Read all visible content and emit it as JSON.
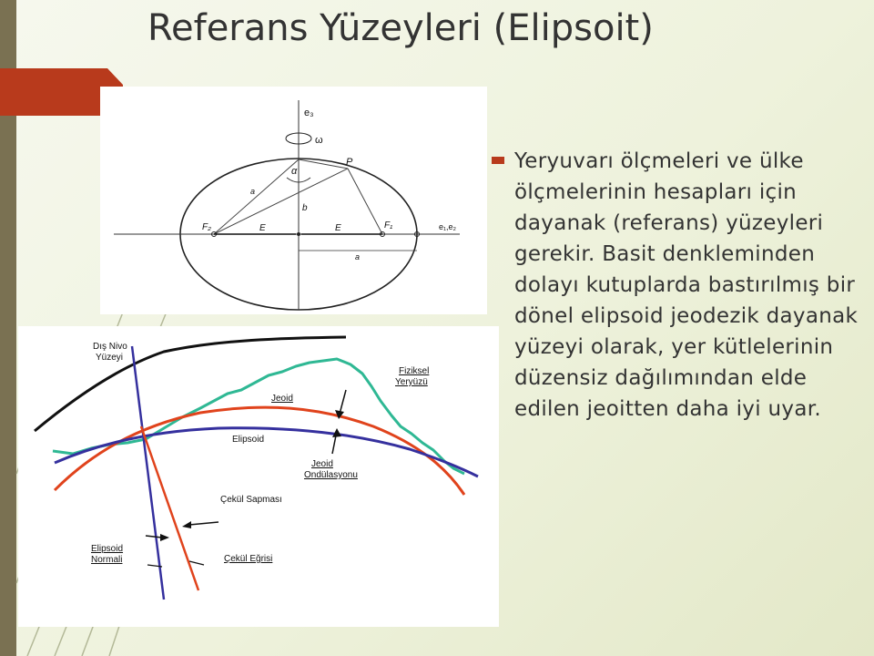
{
  "slide": {
    "title": "Referans Yüzeyleri (Elipsoit)",
    "bullet": "Yeryuvarı ölçmeleri ve ülke ölçmelerinin hesapları için dayanak (referans) yüzeyleri gerekir.  Basit denkleminden dolayı kutuplarda bastırılmış bir dönel elipsoid jeodezik dayanak yüzeyi olarak, yer kütlelerinin düzensiz dağılımından elde edilen jeoitten daha iyi uyar."
  },
  "figure_ellipse": {
    "labels": {
      "axis_top": "e₃",
      "omega": "ω",
      "point_p": "P",
      "alpha": "α",
      "a_left": "a",
      "b": "b",
      "f2": "F₂",
      "e_left": "E",
      "e_right": "E",
      "f1": "F₁",
      "axis_right": "e₁,e₂",
      "a_bottom": "a"
    }
  },
  "figure_surfaces": {
    "labels": {
      "dis_nivo": "Dış Nivo",
      "yuzeyi": "Yüzeyi",
      "fiziksel": "Fiziksel",
      "yeryuzu": "Yeryüzü",
      "jeoid": "Jeoid",
      "elipsoid": "Elipsoid",
      "jeoid_ond1": "Jeoid",
      "jeoid_ond2": "Ondülasyonu",
      "cekul_sapmasi": "Çekül Sapması",
      "elipsoid_normali1": "Elipsoid",
      "elipsoid_normali2": "Normali",
      "cekul_egrisi": "Çekül Eğrisi"
    },
    "colors": {
      "outer": "#111111",
      "physical": "#2fb894",
      "geoid": "#e0431c",
      "ellipsoid": "#35309e"
    }
  },
  "theme": {
    "accent": "#b83a1c",
    "left_bar": "#7a7152",
    "text": "#333333"
  }
}
